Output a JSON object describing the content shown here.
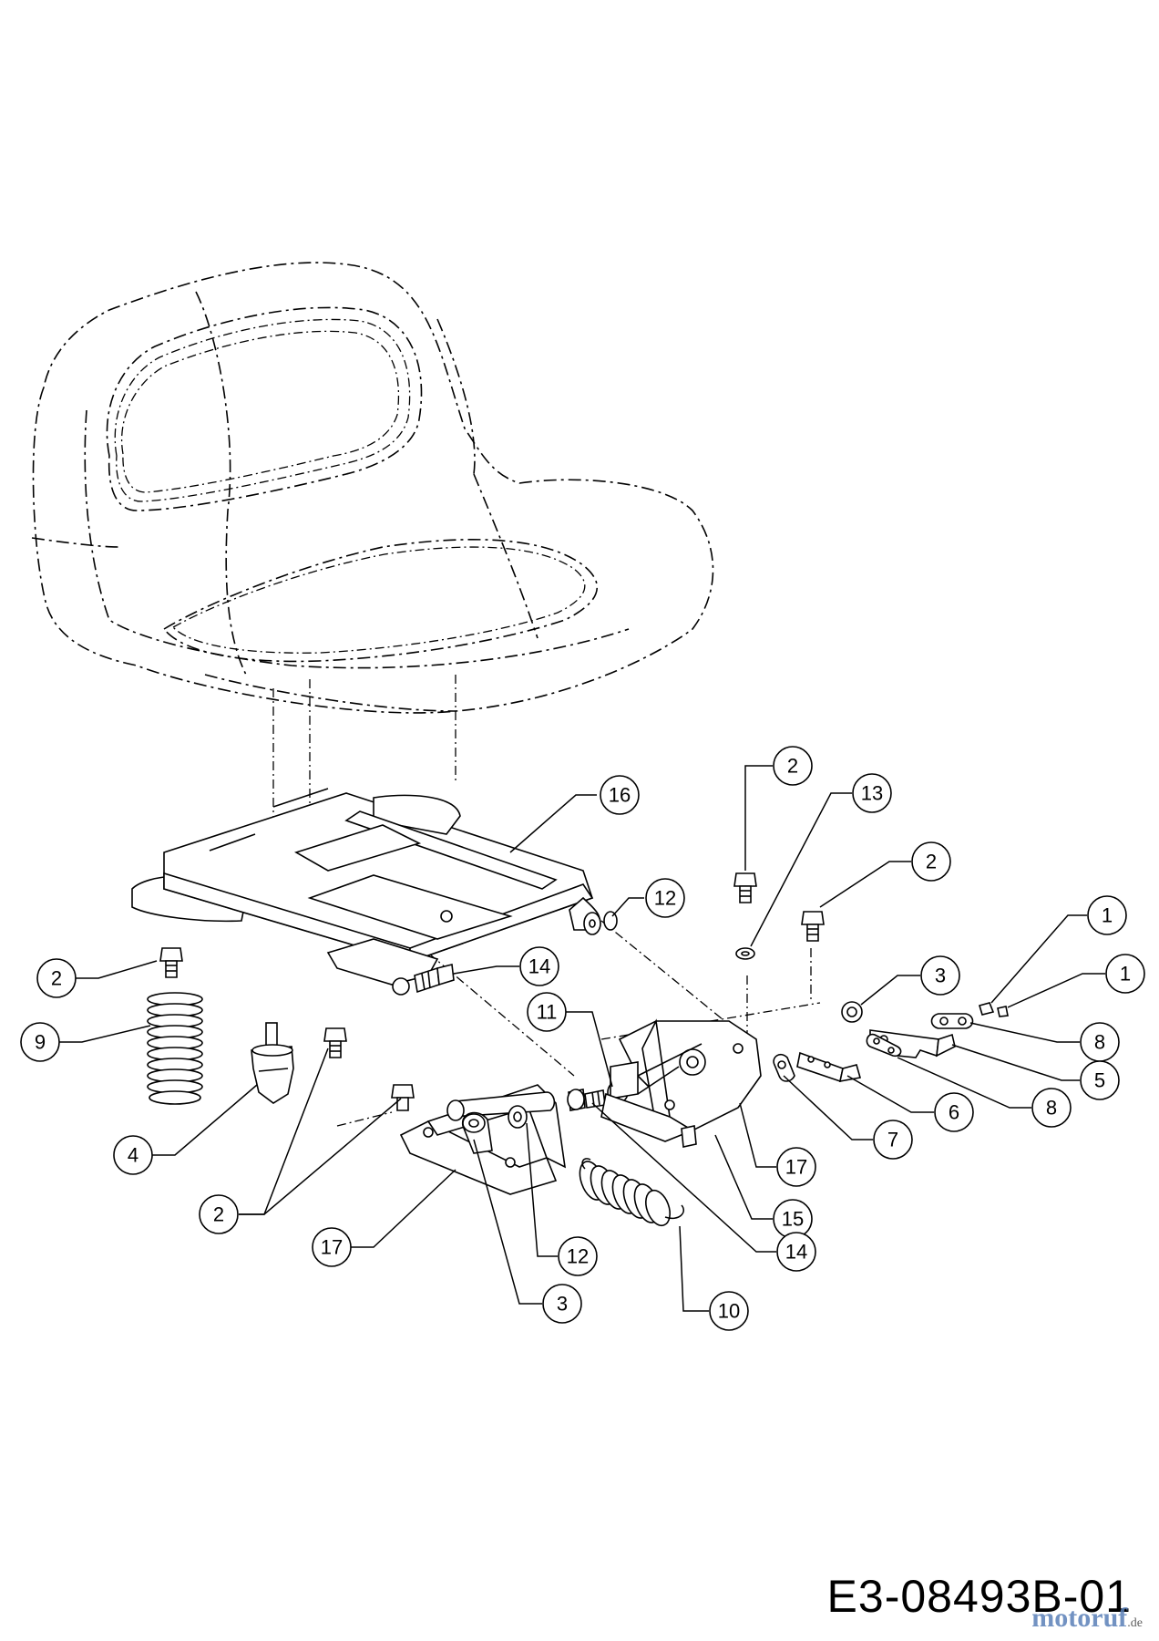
{
  "drawing_code": "E3-08493B-01",
  "watermark": {
    "text": "motoruf",
    "suffix": ".de"
  },
  "callouts": [
    {
      "id": "c16",
      "label": "16"
    },
    {
      "id": "c12a",
      "label": "12"
    },
    {
      "id": "c2a",
      "label": "2"
    },
    {
      "id": "c13",
      "label": "13"
    },
    {
      "id": "c2b",
      "label": "2"
    },
    {
      "id": "c1a",
      "label": "1"
    },
    {
      "id": "c1b",
      "label": "1"
    },
    {
      "id": "c3a",
      "label": "3"
    },
    {
      "id": "c8a",
      "label": "8"
    },
    {
      "id": "c5",
      "label": "5"
    },
    {
      "id": "c8b",
      "label": "8"
    },
    {
      "id": "c6",
      "label": "6"
    },
    {
      "id": "c7",
      "label": "7"
    },
    {
      "id": "c17a",
      "label": "17"
    },
    {
      "id": "c15",
      "label": "15"
    },
    {
      "id": "c14a",
      "label": "14"
    },
    {
      "id": "c14b",
      "label": "14"
    },
    {
      "id": "c11",
      "label": "11"
    },
    {
      "id": "c2c",
      "label": "2"
    },
    {
      "id": "c9",
      "label": "9"
    },
    {
      "id": "c4",
      "label": "4"
    },
    {
      "id": "c2d",
      "label": "2"
    },
    {
      "id": "c17b",
      "label": "17"
    },
    {
      "id": "c12b",
      "label": "12"
    },
    {
      "id": "c3b",
      "label": "3"
    },
    {
      "id": "c10",
      "label": "10"
    }
  ]
}
